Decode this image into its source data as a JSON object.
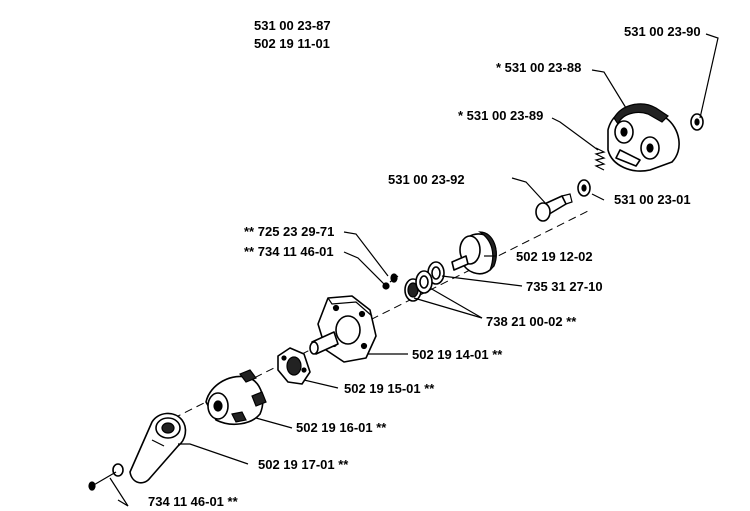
{
  "labels": {
    "top_1": "531 00 23-87",
    "top_2": "502 19 11-01",
    "p_90": "531 00 23-90",
    "p_88": "* 531 00 23-88",
    "p_89": "* 531 00 23-89",
    "p_92": "531 00 23-92",
    "p_01": "531 00 23-01",
    "p_725": "** 725 23 29-71",
    "p_734a": "** 734 11 46-01",
    "p_1202": "502 19 12-02",
    "p_735": "735 31 27-10",
    "p_738": "738 21 00-02 **",
    "p_1401": "502 19 14-01 **",
    "p_1501": "502 19 15-01 **",
    "p_1601": "502 19 16-01 **",
    "p_1701": "502 19 17-01 **",
    "p_734b": "734 11 46-01 **"
  }
}
